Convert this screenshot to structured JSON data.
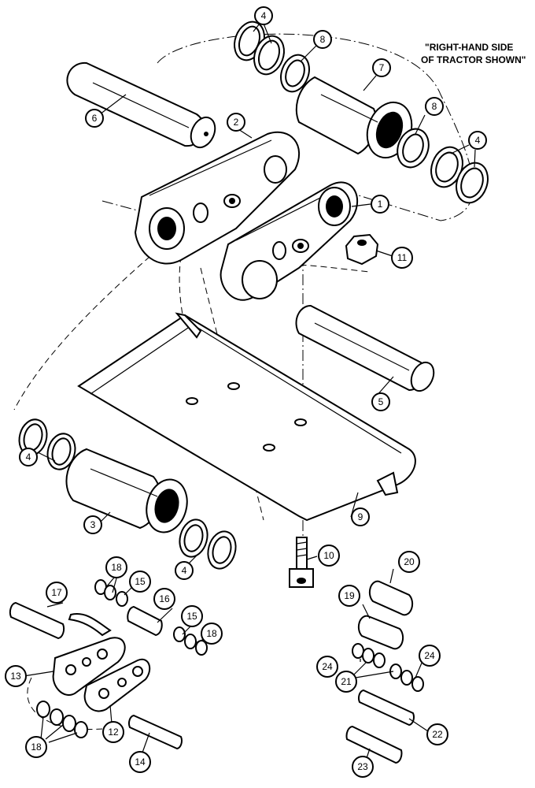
{
  "note": {
    "line1": "\"RIGHT-HAND SIDE",
    "line2": "OF TRACTOR SHOWN\""
  },
  "callouts": {
    "c1": "1",
    "c2": "2",
    "c3": "3",
    "c4a": "4",
    "c4b": "4",
    "c4c": "4",
    "c4d": "4",
    "c5": "5",
    "c6": "6",
    "c7": "7",
    "c8a": "8",
    "c8b": "8",
    "c9": "9",
    "c10": "10",
    "c11": "11",
    "c12": "12",
    "c13": "13",
    "c14": "14",
    "c15a": "15",
    "c15b": "15",
    "c16": "16",
    "c17": "17",
    "c18a": "18",
    "c18b": "18",
    "c18c": "18",
    "c19": "19",
    "c20": "20",
    "c21": "21",
    "c22": "22",
    "c23": "23",
    "c24a": "24",
    "c24b": "24"
  }
}
